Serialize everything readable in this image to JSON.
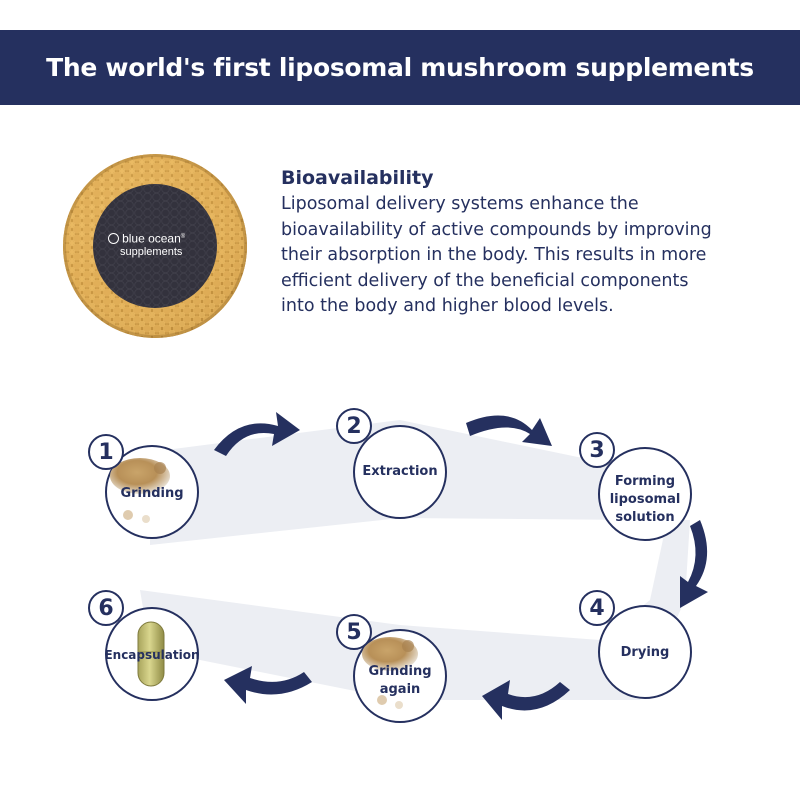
{
  "header": {
    "title": "The world's first liposomal mushroom supplements"
  },
  "brand": {
    "name": "blue ocean",
    "mark": "®",
    "sub": "supplements"
  },
  "bioavailability": {
    "title": "Bioavailability",
    "lines": [
      "Liposomal delivery systems enhance the",
      "bioavailability of active compounds by improving",
      "their absorption in the body. This results in more",
      "efficient delivery of the beneficial components",
      "into the body and higher blood levels."
    ]
  },
  "steps": [
    {
      "number": "1",
      "lines": [
        "Grinding"
      ]
    },
    {
      "number": "2",
      "lines": [
        "Extraction"
      ]
    },
    {
      "number": "3",
      "lines": [
        "Forming",
        "liposomal",
        "solution"
      ]
    },
    {
      "number": "4",
      "lines": [
        "Drying"
      ]
    },
    {
      "number": "5",
      "lines": [
        "Grinding",
        "again"
      ]
    },
    {
      "number": "6",
      "lines": [
        "Encapsulation"
      ]
    }
  ],
  "colors": {
    "navy": "#25305f",
    "gold": "#d9a64c",
    "ribbon": "#eceef3"
  }
}
